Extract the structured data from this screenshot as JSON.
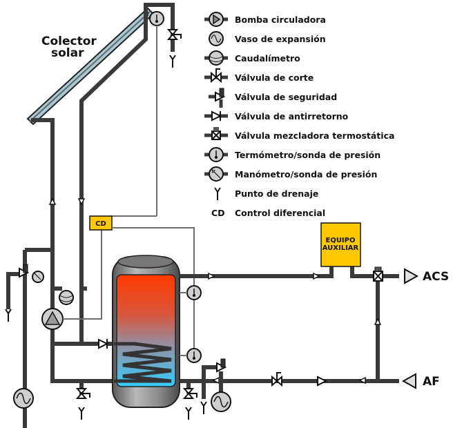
{
  "diagram": {
    "collector_label_line1": "Colector",
    "collector_label_line2": "solar",
    "controller_label": "CD",
    "aux_label_line1": "EQUIPO",
    "aux_label_line2": "AUXILIAR",
    "hot_water_label": "ACS",
    "cold_water_label": "AF",
    "colors": {
      "pipe": "#3a3a3a",
      "wire": "#6e6e6e",
      "controller_fill": "#ffc800",
      "aux_fill": "#ffc800",
      "tank_hot": "#ff3a00",
      "tank_cold": "#33ccff",
      "collector": "#a8c8d4"
    }
  },
  "legend": {
    "items": [
      {
        "icon": "pump-icon",
        "label": "Bomba circuladora"
      },
      {
        "icon": "expansion-vessel-icon",
        "label": "Vaso de expansión"
      },
      {
        "icon": "flowmeter-icon",
        "label": "Caudalímetro"
      },
      {
        "icon": "shutoff-valve-icon",
        "label": "Válvula de corte"
      },
      {
        "icon": "safety-valve-icon",
        "label": "Válvula de seguridad"
      },
      {
        "icon": "check-valve-icon",
        "label": "Válvula de antirretorno"
      },
      {
        "icon": "mixing-valve-icon",
        "label": "Válvula mezcladora termostática"
      },
      {
        "icon": "thermometer-icon",
        "label": "Termómetro/sonda de presión"
      },
      {
        "icon": "manometer-icon",
        "label": "Manómetro/sonda de presión"
      },
      {
        "icon": "drain-point-icon",
        "label": "Punto de drenaje"
      },
      {
        "icon": "cd-icon",
        "label": "Control diferencial",
        "code": "CD"
      }
    ]
  }
}
